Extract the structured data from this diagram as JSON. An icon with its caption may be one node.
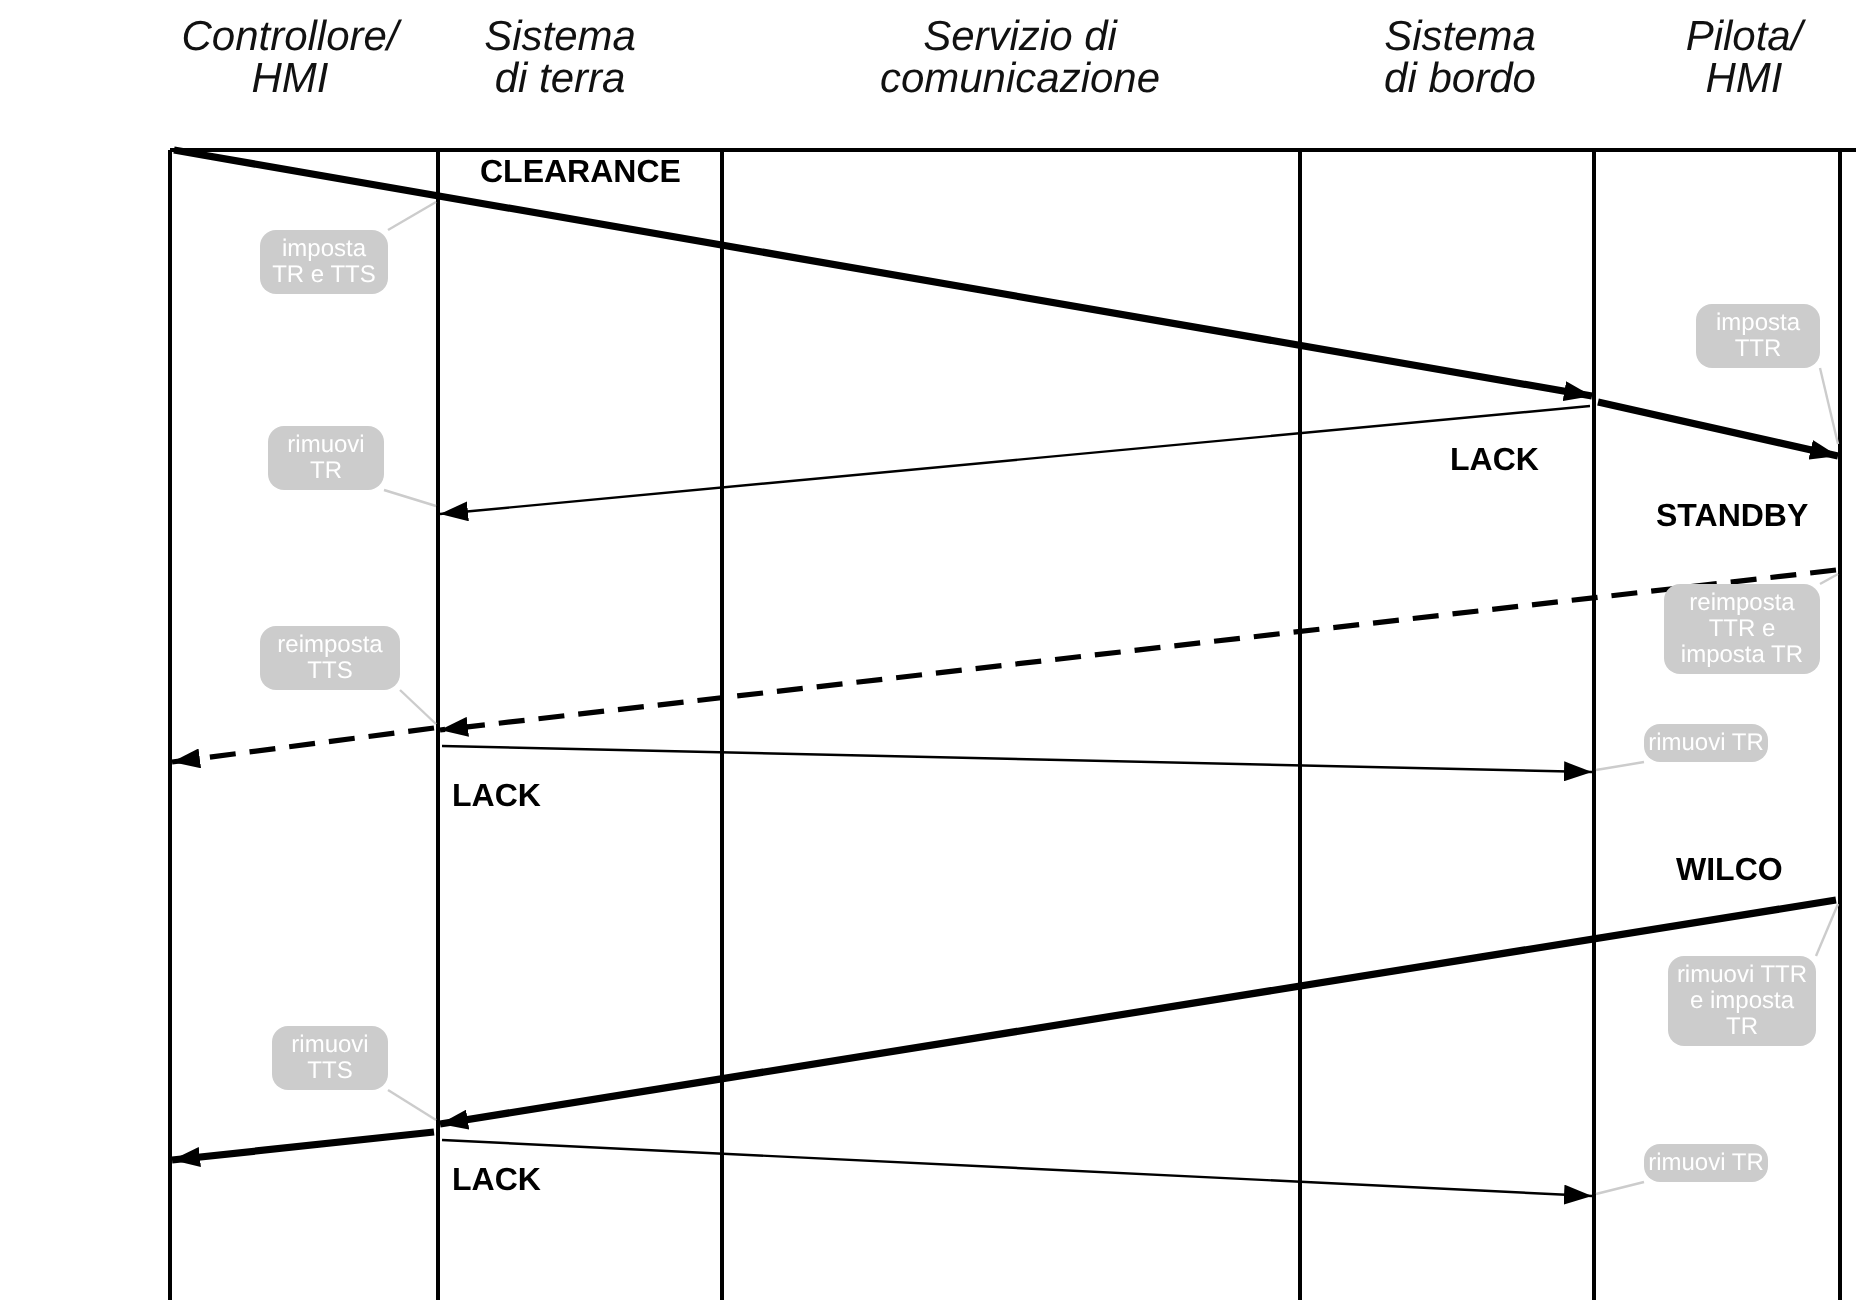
{
  "diagram": {
    "nodes": [
      {
        "text": [],
        "shape": "bar"
      },
      {
        "text": [],
        "shape": "bar"
      },
      {
        "text": [],
        "shape": "bar"
      },
      {
        "text": [],
        "shape": "bar"
      },
      {
        "text": [],
        "shape": "bar"
      },
      {
        "text": [],
        "shape": "bar"
      },
      {
        "text": [
          "imposta TR e TTS"
        ]
      },
      {
        "text": [
          "imposta TTR"
        ]
      },
      {
        "text": [
          "rimuovi TR"
        ]
      },
      {
        "text": [
          "reimposta TTR e imposta TR"
        ]
      },
      {
        "text": [
          "reimposta TTS"
        ]
      },
      {
        "text": [
          "rimuovi TR"
        ]
      },
      {
        "text": [
          "rimuovi TTR e imposta TR"
        ]
      },
      {
        "text": [
          "rimuovi TTS"
        ]
      },
      {
        "text": [
          "rimuovi TR"
        ]
      }
    ],
    "edges": [
      {
        "from": 0,
        "to": 4,
        "arrow": "to",
        "label": "CLEARANCE",
        "style": "thick"
      },
      {
        "from": 4,
        "to": 5,
        "arrow": "to",
        "style": "thick"
      },
      {
        "from": 4,
        "to": 1,
        "arrow": "to",
        "label": "LACK"
      },
      {
        "from": 5,
        "to": 1,
        "arrow": "to",
        "label": "STANDBY",
        "style": "dashed"
      },
      {
        "from": 1,
        "to": 0,
        "arrow": "to",
        "style": "dashed"
      },
      {
        "from": 1,
        "to": 4,
        "arrow": "to",
        "label": "LACK"
      },
      {
        "from": 5,
        "to": 1,
        "arrow": "to",
        "label": "WILCO",
        "style": "thick"
      },
      {
        "from": 1,
        "to": 0,
        "arrow": "to",
        "style": "thick"
      },
      {
        "from": 1,
        "to": 4,
        "arrow": "to",
        "label": "LACK"
      },
      {
        "from": 6,
        "to": 1,
        "arrow": "none",
        "color": "#cccccc"
      },
      {
        "from": 7,
        "to": 5,
        "arrow": "none",
        "color": "#cccccc"
      },
      {
        "from": 8,
        "to": 1,
        "arrow": "none",
        "color": "#cccccc"
      },
      {
        "from": 9,
        "to": 5,
        "arrow": "none",
        "color": "#cccccc"
      },
      {
        "from": 10,
        "to": 1,
        "arrow": "none",
        "color": "#cccccc"
      },
      {
        "from": 11,
        "to": 4,
        "arrow": "none",
        "color": "#cccccc"
      },
      {
        "from": 12,
        "to": 5,
        "arrow": "none",
        "color": "#cccccc"
      },
      {
        "from": 13,
        "to": 1,
        "arrow": "none",
        "color": "#cccccc"
      },
      {
        "from": 14,
        "to": 4,
        "arrow": "none",
        "color": "#cccccc"
      }
    ],
    "labels": [
      "Controllore/ HMI",
      "Sistema di terra",
      "Servizio di comunicazione",
      "Sistema di bordo",
      "Pilota/ HMI"
    ]
  }
}
